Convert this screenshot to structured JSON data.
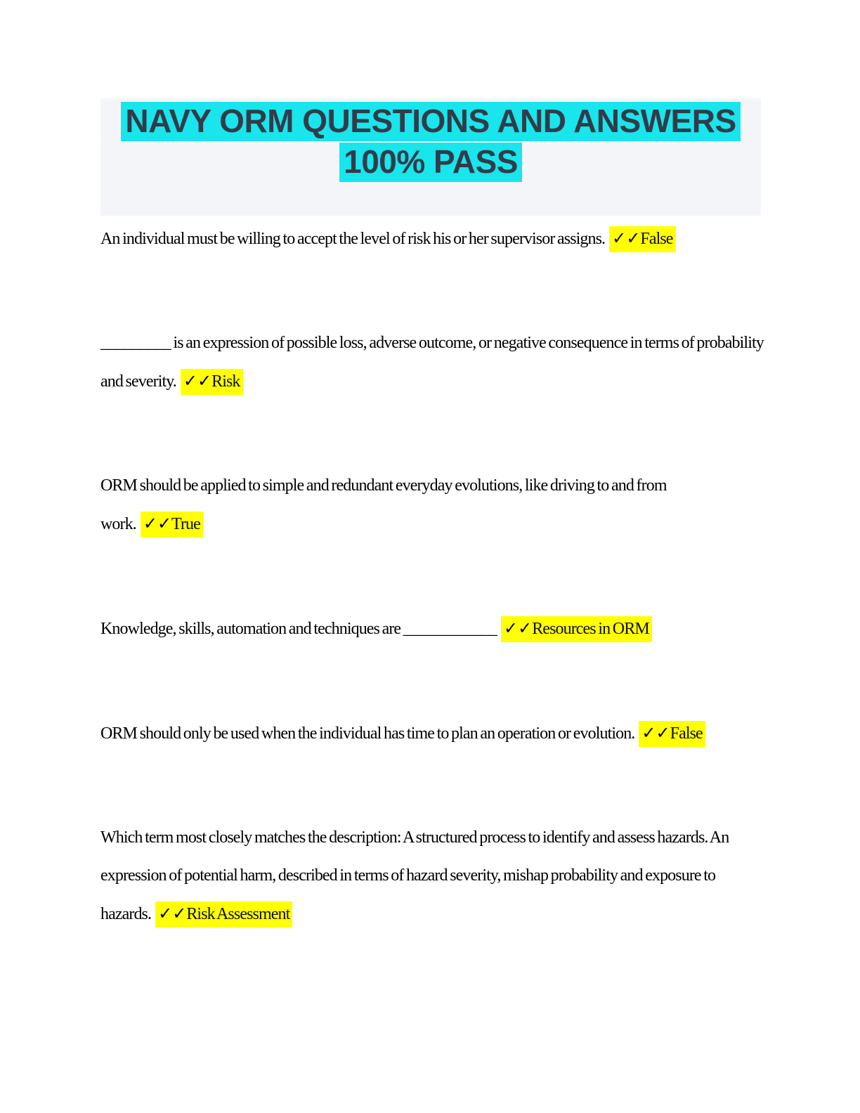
{
  "title": {
    "line1": "NAVY ORM QUESTIONS AND ANSWERS",
    "line2": "100% PASS"
  },
  "marks": {
    "double_check": "✓✓"
  },
  "colors": {
    "title_highlight": "#18e5ec",
    "title_text": "#333b49",
    "title_block_bg": "#f4f5f9",
    "answer_highlight": "#ffff00",
    "body_text": "#000000"
  },
  "questions": [
    {
      "text": "An individual must be willing to accept the level of risk his or her supervisor assigns.",
      "answer": "False"
    },
    {
      "text": "_________ is an expression of possible loss, adverse outcome, or negative consequence in terms of probability and severity.",
      "answer": "Risk"
    },
    {
      "text": "ORM should be applied to simple and redundant everyday evolutions, like driving to and from work.",
      "answer": "True"
    },
    {
      "text": "Knowledge, skills, automation and techniques are ____________",
      "answer": "Resources in ORM"
    },
    {
      "text": "ORM should only be used when the individual has time to plan an operation or evolution.",
      "answer": "False"
    },
    {
      "text": "Which term most closely matches the description: A structured process to identify and assess hazards. An expression of potential harm, described in terms of hazard severity, mishap probability and exposure to hazards.",
      "answer": "Risk Assessment"
    }
  ]
}
